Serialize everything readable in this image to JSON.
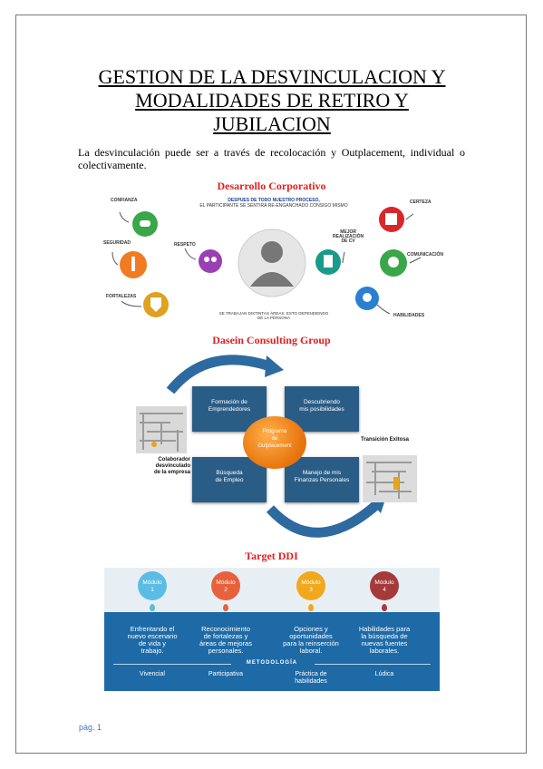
{
  "document": {
    "title_line1": "GESTION DE LA DESVINCULACION Y",
    "title_line2": "MODALIDADES DE RETIRO Y",
    "title_line3": "JUBILACION",
    "intro": "La desvinculación puede ser a través de recolocación y Outplacement, individual o colectivamente.",
    "page_number": "pág. 1"
  },
  "figure1": {
    "caption": "Desarrollo Corporativo",
    "head_line1": "DESPUES DE TODO NUESTRO PROCESO,",
    "head_line2": "EL PARTICIPANTE SE SENTIRÁ RE-ENGANCHADO CONSIGO MISMO",
    "foot_line1": "SE TRABAJAN DISTINTAS ÁREAS, ESTO DEPENDIENDO",
    "foot_line2": "DE LA PERSONA",
    "labels": {
      "confianza": "CONFIANZA",
      "seguridad": "SEGURIDAD",
      "fortalezas": "FORTALEZAS",
      "respeto": "RESPETO",
      "mejor_line1": "MEJOR",
      "mejor_line2": "REALIZACIÓN",
      "mejor_line3": "DE CV",
      "certeza": "CERTEZA",
      "comunicacion": "COMUNICACIÓN",
      "habilidades": "HABILIDADES"
    },
    "colors": {
      "green": "#3aa64a",
      "orange": "#f07b22",
      "purple": "#9b3fb5",
      "teal": "#1a9a8a",
      "red": "#d9262b",
      "blue": "#2a7fd0",
      "gold": "#e0a020"
    }
  },
  "figure2": {
    "caption": "Dasein Consulting Group",
    "box_tl_line1": "Formación de",
    "box_tl_line2": "Emprendedores",
    "box_tr_line1": "Descubriendo",
    "box_tr_line2": "mis posibilidades",
    "box_bl_line1": "Búsqueda",
    "box_bl_line2": "de Empleo",
    "box_br_line1": "Manejo de mis",
    "box_br_line2": "Finanzas Personales",
    "center_line1": "Programa",
    "center_line2": "de",
    "center_line3": "Outplacement",
    "left_line1": "Colaborador",
    "left_line2": "desvinculado",
    "left_line3": "de la empresa",
    "right_label": "Transición Exitosa"
  },
  "figure3": {
    "caption": "Target DDI",
    "methodology": "METODOLOGÍA",
    "modules": [
      {
        "label": "Módulo",
        "number": "1",
        "color": "#5bbde4",
        "desc_line1": "Enfrentando el",
        "desc_line2": "nuevo escenario",
        "desc_line3": "de vida y",
        "desc_line4": "trabajo.",
        "method_line1": "Vivencial",
        "method_line2": ""
      },
      {
        "label": "Módulo",
        "number": "2",
        "color": "#e8613c",
        "desc_line1": "Reconocimiento",
        "desc_line2": "de fortalezas y",
        "desc_line3": "áreas de mejoras",
        "desc_line4": "personales.",
        "method_line1": "Participativa",
        "method_line2": ""
      },
      {
        "label": "Módulo",
        "number": "3",
        "color": "#f2a81d",
        "desc_line1": "Opciones y",
        "desc_line2": "oportunidades",
        "desc_line3": "para la reinserción",
        "desc_line4": "laboral.",
        "method_line1": "Práctica de",
        "method_line2": "habilidades"
      },
      {
        "label": "Módulo",
        "number": "4",
        "color": "#a63a3a",
        "desc_line1": "Habilidades para",
        "desc_line2": "la búsqueda de",
        "desc_line3": "nuevas fuentes",
        "desc_line4": "laborales.",
        "method_line1": "Lúdica",
        "method_line2": ""
      }
    ]
  }
}
